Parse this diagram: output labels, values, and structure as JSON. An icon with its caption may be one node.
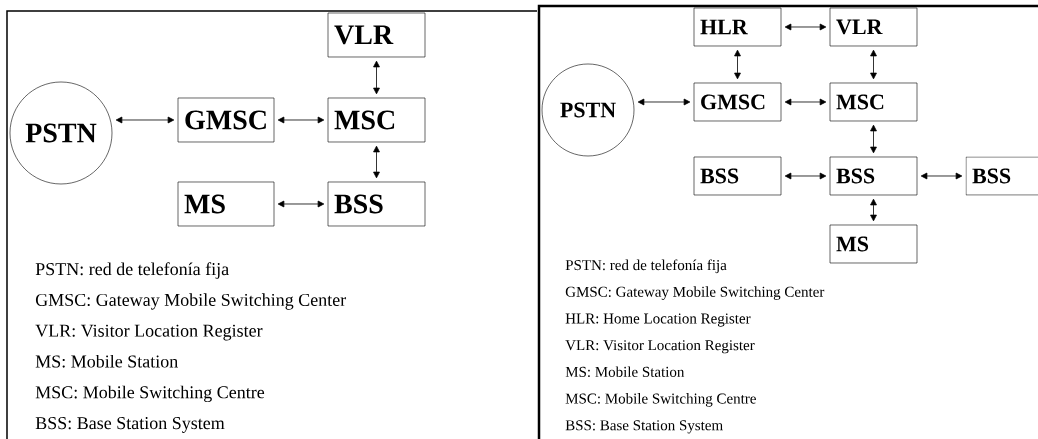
{
  "diagram": {
    "nodes": [
      {
        "text": [
          "PSTN"
        ]
      },
      {
        "text": [
          "GMSC"
        ]
      },
      {
        "text": [
          "VLR"
        ]
      },
      {
        "text": [
          "MSC"
        ]
      },
      {
        "text": [
          "MS"
        ]
      },
      {
        "text": [
          "BSS"
        ]
      },
      {
        "text": [
          "PSTN"
        ]
      },
      {
        "text": [
          "HLR"
        ]
      },
      {
        "text": [
          "VLR"
        ]
      },
      {
        "text": [
          "GMSC"
        ]
      },
      {
        "text": [
          "MSC"
        ]
      },
      {
        "text": [
          "BSS"
        ]
      },
      {
        "text": [
          "BSS"
        ]
      },
      {
        "text": [
          "BSS"
        ]
      },
      {
        "text": [
          "MS"
        ]
      }
    ],
    "edges": [
      {
        "from": 0,
        "to": 1,
        "arrow": "both"
      },
      {
        "from": 1,
        "to": 3,
        "arrow": "both"
      },
      {
        "from": 2,
        "to": 3,
        "arrow": "both"
      },
      {
        "from": 3,
        "to": 5,
        "arrow": "both"
      },
      {
        "from": 4,
        "to": 5,
        "arrow": "both"
      },
      {
        "from": 6,
        "to": 9,
        "arrow": "both"
      },
      {
        "from": 7,
        "to": 8,
        "arrow": "both"
      },
      {
        "from": 7,
        "to": 9,
        "arrow": "both"
      },
      {
        "from": 8,
        "to": 10,
        "arrow": "both"
      },
      {
        "from": 9,
        "to": 10,
        "arrow": "both"
      },
      {
        "from": 10,
        "to": 12,
        "arrow": "both"
      },
      {
        "from": 11,
        "to": 12,
        "arrow": "both"
      },
      {
        "from": 12,
        "to": 13,
        "arrow": "both"
      },
      {
        "from": 12,
        "to": 14,
        "arrow": "both"
      }
    ],
    "labels": [
      "PSTN: red de telefonía fija",
      "GMSC: Gateway Mobile Switching Center",
      "VLR: Visitor Location Register",
      "MS: Mobile Station",
      "MSC: Mobile Switching Centre",
      "BSS: Base Station System",
      "PSTN: red de telefonía fija",
      "GMSC: Gateway Mobile Switching Center",
      "HLR: Home Location Register",
      "VLR: Visitor Location Register",
      "MS: Mobile Station",
      "MSC: Mobile Switching Centre",
      "BSS: Base Station System"
    ]
  }
}
